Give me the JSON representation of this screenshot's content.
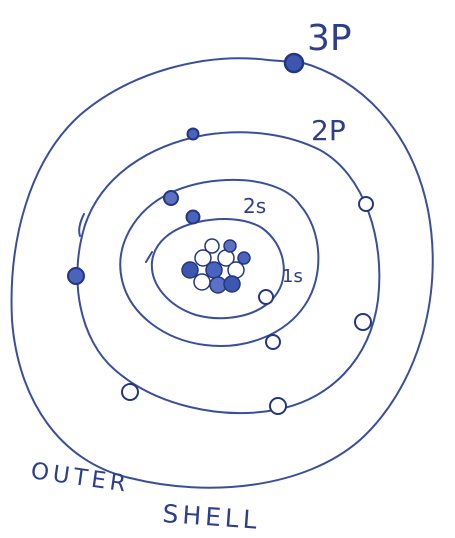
{
  "labels": {
    "shell_3p": "3P",
    "shell_2p": "2P",
    "shell_2s": "2s",
    "shell_1s": "1s",
    "outer_shell_word1": "OUTER",
    "outer_shell_word2": "SHELL"
  },
  "colors": {
    "ink": "#3a4f9a",
    "ink_dark": "#24367e",
    "electron_fill": "#5b72c4",
    "paper": "#ffffff"
  },
  "icons": {
    "nucleus": "nucleus-cluster-icon",
    "electron": "electron-dot-icon"
  }
}
